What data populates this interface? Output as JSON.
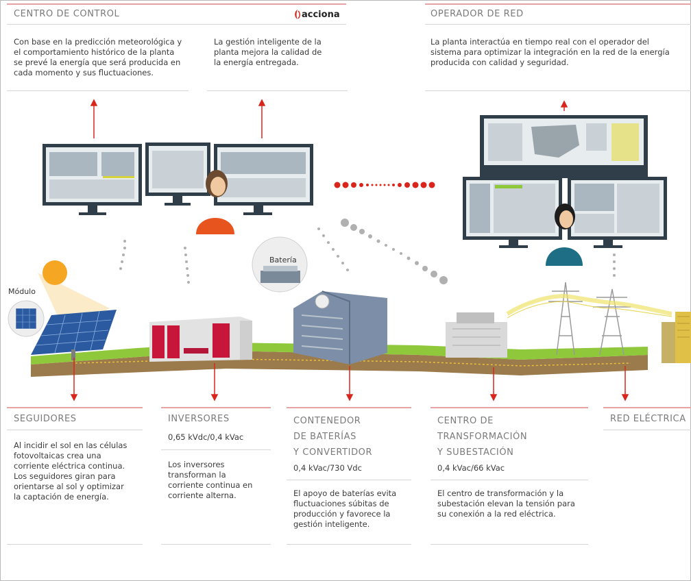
{
  "colors": {
    "accent": "#d9261c",
    "heading": "#7a7a7a",
    "grass": "#8fc83a",
    "ground": "#9b7a4b"
  },
  "brand": {
    "name": "acciona"
  },
  "control_center": {
    "title": "CENTRO DE CONTROL",
    "text_left": [
      "Con base en la predicción meteorológica y",
      "el comportamiento histórico de la planta",
      "se prevé la energía que será producida en",
      "cada momento y sus fluctuaciones."
    ],
    "text_right": [
      "La gestión inteligente de la",
      "planta mejora la calidad de",
      "la energía entregada."
    ]
  },
  "grid_operator": {
    "title": "OPERADOR DE RED",
    "text": [
      "La planta interactúa  en tiempo real con el operador del",
      "sistema para optimizar la integración en la red de la energía",
      "producida con calidad y seguridad."
    ]
  },
  "labels": {
    "module": "Módulo",
    "battery": "Batería"
  },
  "sections": {
    "trackers": {
      "title": "SEGUIDORES",
      "text": [
        "Al incidir el sol en las células",
        "fotovoltaicas crea una",
        "corriente eléctrica continua.",
        "Los seguidores giran para",
        "orientarse al sol y optimizar",
        "la captación de energía."
      ]
    },
    "inverters": {
      "title": "INVERSORES",
      "spec": "0,65 kVdc/0,4 kVac",
      "text": [
        "Los inversores",
        "transforman la",
        "corriente continua en",
        "corriente alterna."
      ]
    },
    "batteries": {
      "title": [
        "CONTENEDOR",
        "DE BATERÍAS",
        "Y CONVERTIDOR"
      ],
      "spec": "0,4 kVac/730 Vdc",
      "text": [
        "El apoyo de baterías evita",
        "fluctuaciones súbitas de",
        "producción y favorece la",
        "gestión inteligente."
      ]
    },
    "substation": {
      "title": [
        "CENTRO DE",
        "TRANSFORMACIÓN",
        "Y SUBESTACIÓN"
      ],
      "spec": "0,4 kVac/66 kVac",
      "text": [
        "El centro de transformación y la",
        "subestación elevan la tensión para",
        "su conexión a la red eléctrica."
      ]
    },
    "grid": {
      "title": "RED ELÉCTRICA"
    }
  },
  "icons": [
    "acciona-logo-icon",
    "monitor-icon",
    "operator-person-icon",
    "sun-icon",
    "solar-panel-icon",
    "inverter-building-icon",
    "battery-icon",
    "container-icon",
    "transformer-icon",
    "power-tower-icon",
    "city-buildings-icon"
  ]
}
